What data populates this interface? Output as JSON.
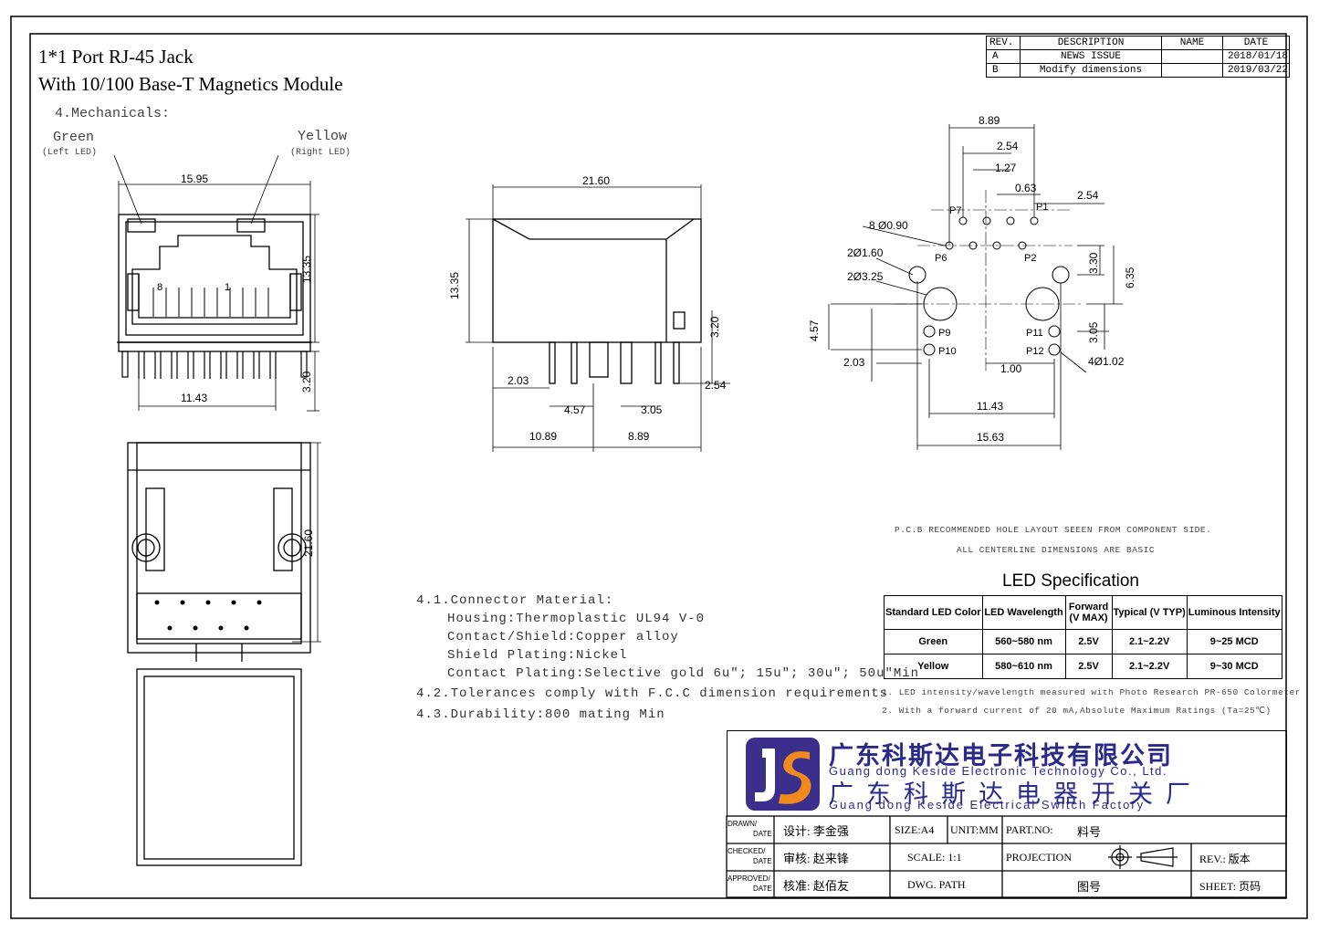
{
  "title": {
    "line1": "1*1 Port RJ-45  Jack",
    "line2": "With 10/100 Base-T Magnetics Module",
    "section": "4.Mechanicals:"
  },
  "revision_table": {
    "headers": [
      "REV.",
      "DESCRIPTION",
      "NAME",
      "DATE"
    ],
    "rows": [
      {
        "rev": "A",
        "description": "NEWS ISSUE",
        "name": "",
        "date": "2018/01/18"
      },
      {
        "rev": "B",
        "description": "Modify dimensions",
        "name": "",
        "date": "2019/03/22"
      }
    ]
  },
  "front_view": {
    "led_left": "Green",
    "led_left_sub": "(Left LED)",
    "led_right": "Yellow",
    "led_right_sub": "(Right LED)",
    "pin8": "8",
    "pin1": "1",
    "dims": {
      "width": "15.95",
      "height": "13.35",
      "pins": "11.43",
      "pin_len": "3.20"
    }
  },
  "bottom_view": {
    "dims": {
      "depth": "21.60"
    }
  },
  "side_view": {
    "dims": {
      "length": "21.60",
      "height": "13.35",
      "d203": "2.03",
      "d457": "4.57",
      "d305": "3.05",
      "d254": "2.54",
      "d1089": "10.89",
      "d889": "8.89",
      "d320": "3.20"
    }
  },
  "pcb_layout": {
    "dims": {
      "d889": "8.89",
      "d254a": "2.54",
      "d127": "1.27",
      "d063": "0.63",
      "d254b": "2.54",
      "holes8": "8 Ø0.90",
      "h160": "2Ø1.60",
      "h325": "2Ø3.25",
      "d330": "3.30",
      "d635": "6.35",
      "d457": "4.57",
      "d305": "3.05",
      "d203": "2.03",
      "d100": "1.00",
      "h102": "4Ø1.02",
      "d1143": "11.43",
      "d1563": "15.63"
    },
    "pins": {
      "p1": "P1",
      "p2": "P2",
      "p6": "P6",
      "p7": "P7",
      "p9": "P9",
      "p10": "P10",
      "p11": "P11",
      "p12": "P12"
    },
    "note1": "P.C.B RECOMMENDED HOLE LAYOUT SEEEN FROM COMPONENT SIDE.",
    "note2": "ALL CENTERLINE DIMENSIONS ARE BASIC"
  },
  "materials": [
    "4.1.Connector Material:",
    "Housing:Thermoplastic UL94 V-0",
    "Contact/Shield:Copper alloy",
    "Shield Plating:Nickel",
    "Contact Plating:Selective gold 6u\"; 15u\"; 30u\"; 50u\"Min",
    "4.2.Tolerances comply with F.C.C dimension requirements",
    "4.3.Durability:800 mating Min"
  ],
  "led_spec": {
    "title": "LED Specification",
    "headers": [
      "Standard LED Color",
      "LED Wavelength",
      "Forward (V MAX)",
      "Typical (V TYP)",
      "Luminous Intensity"
    ],
    "rows": [
      [
        "Green",
        "560~580 nm",
        "2.5V",
        "2.1~2.2V",
        "9~25 MCD"
      ],
      [
        "Yellow",
        "580~610 nm",
        "2.5V",
        "2.1~2.2V",
        "9~30 MCD"
      ]
    ],
    "note1": "1. LED intensity/wavelength measured with Photo Research PR-650 Colormeter",
    "note2": "2. With a forward current of 20 mA,Absolute Maximum Ratings (Ta=25℃)"
  },
  "company": {
    "cn1": "广东科斯达电子科技有限公司",
    "en1": "Guang dong Keside  Electronic Technology Co., Ltd.",
    "cn2": "广东科斯达电器开关厂",
    "en2": "Guang dong Keside Electrical Switch Factory",
    "logo": "JS",
    "colors": {
      "navy": "#3a2f8a",
      "orange": "#f08a1c",
      "text": "#2a2a8a"
    }
  },
  "title_block": {
    "drawn_label": "DRAWN/",
    "date_label": "DATE",
    "checked_label": "CHECKED/",
    "approved_label": "APPROVED/",
    "design": "设计: 李金强",
    "review": "审核: 赵来锋",
    "approve": "核准: 赵佰友",
    "size": "SIZE:A4",
    "unit": "UNIT:MM",
    "part_no_label": "PART.NO:",
    "part_no_cn": "料号",
    "scale": "SCALE: 1:1",
    "projection": "PROJECTION",
    "rev": "REV.: 版本",
    "dwg": "DWG.  PATH",
    "drawing_no": "图号",
    "sheet": "SHEET: 页码"
  }
}
